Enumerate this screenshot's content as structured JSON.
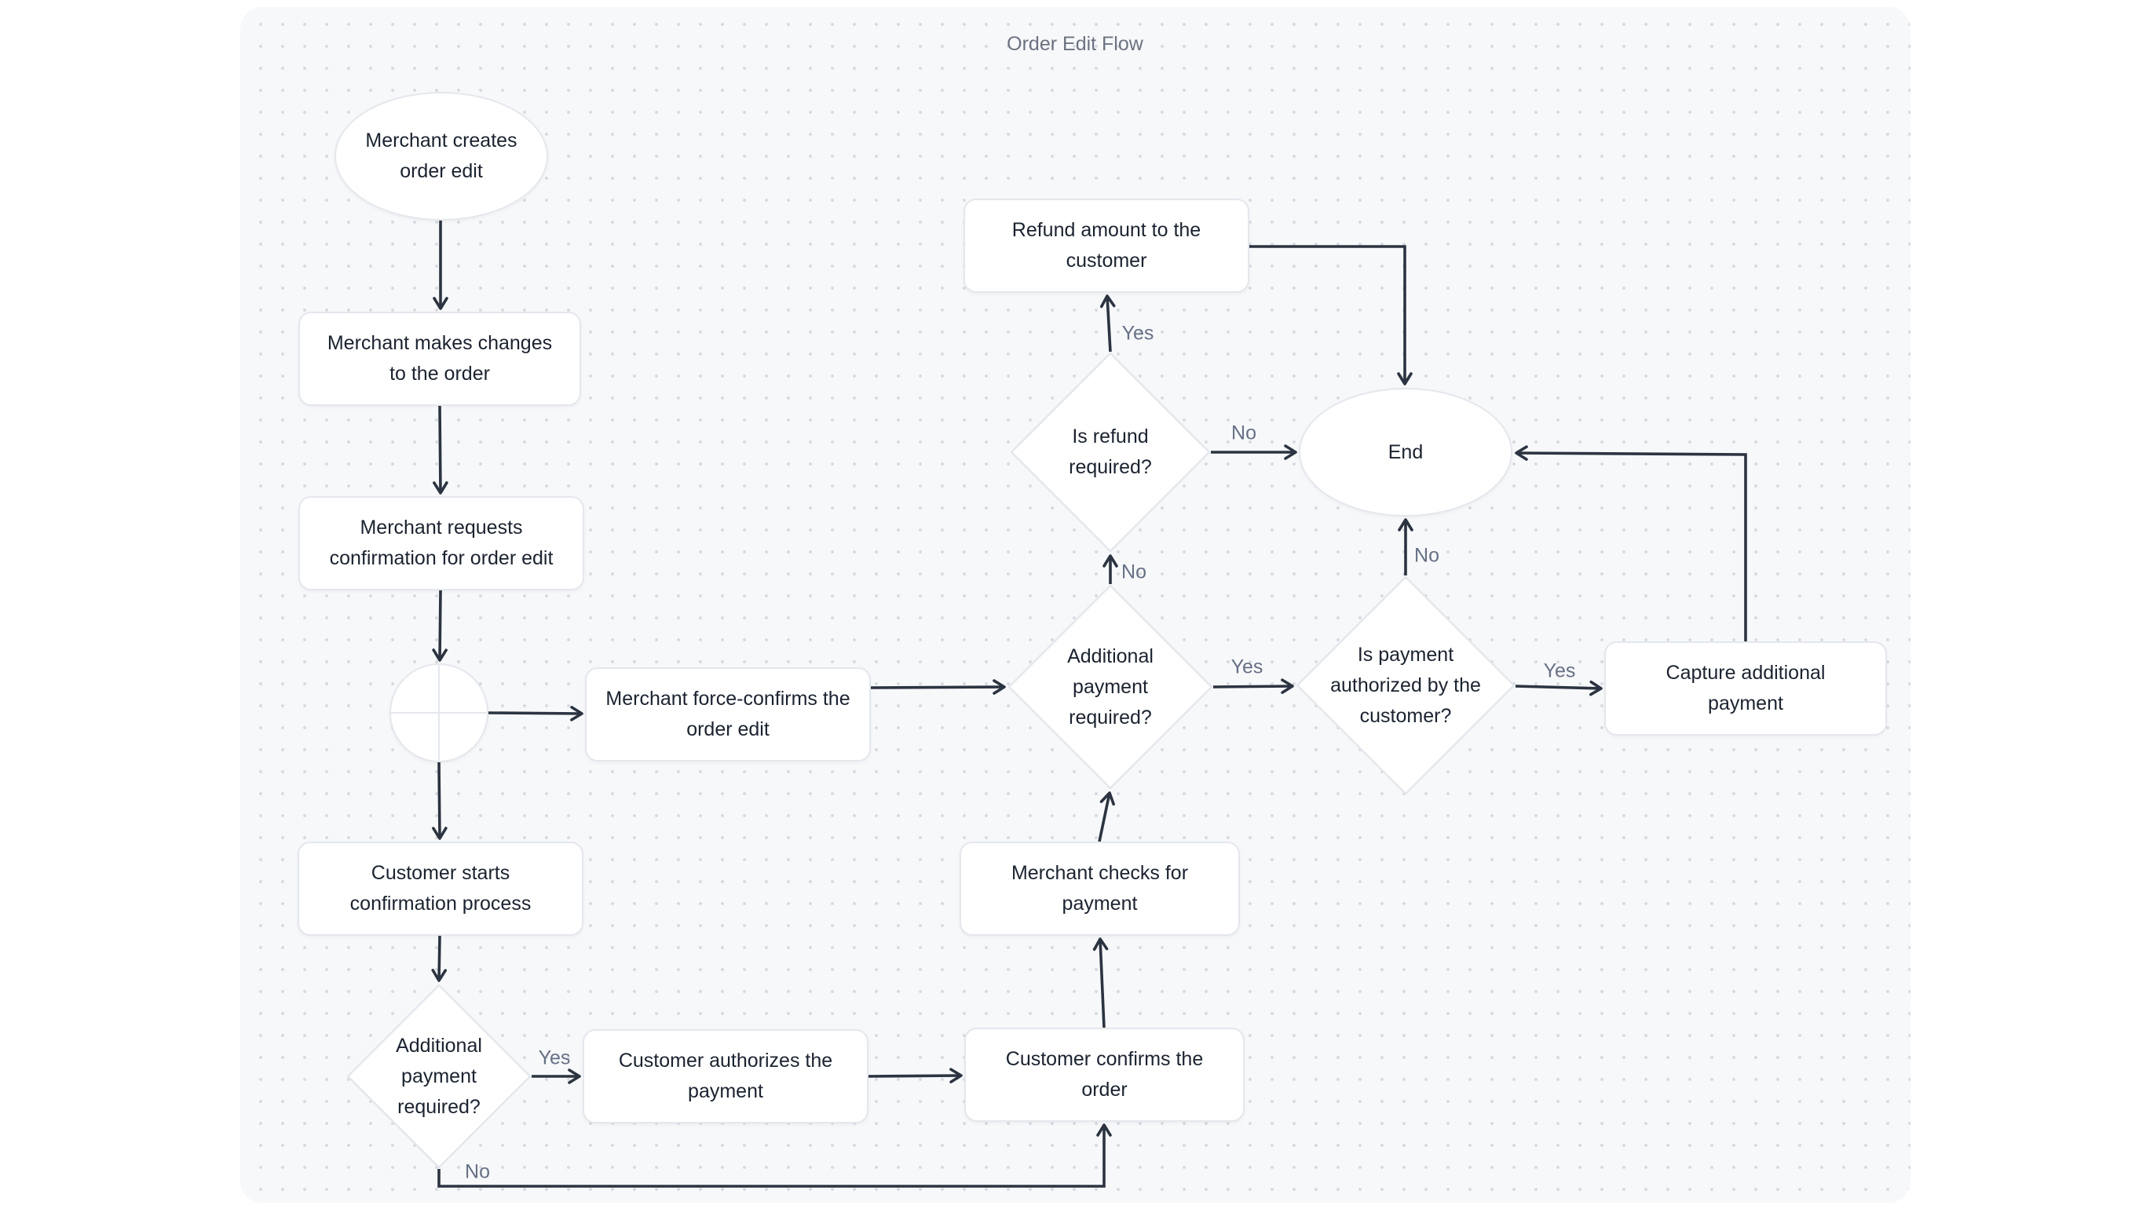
{
  "title": "Order Edit Flow",
  "colors": {
    "canvas_bg": "#f7f8fa",
    "dot_grid": "#d6d9df",
    "node_fill": "#ffffff",
    "node_border": "#e4e7ec",
    "node_text": "#1b2330",
    "edge_stroke": "#2b3440",
    "edge_label_text": "#667085",
    "title_text": "#6b7280"
  },
  "nodes": {
    "start": {
      "shape": "ellipse",
      "label": "Merchant creates order edit"
    },
    "make_changes": {
      "shape": "rect",
      "label": "Merchant makes changes to the order"
    },
    "request_confirmation": {
      "shape": "rect",
      "label": "Merchant requests confirmation for order edit"
    },
    "branch_junction": {
      "shape": "junction",
      "label": ""
    },
    "force_confirm": {
      "shape": "rect",
      "label": "Merchant force-confirms the order edit"
    },
    "start_confirmation": {
      "shape": "rect",
      "label": "Customer starts confirmation process"
    },
    "additional_payment_customer": {
      "shape": "diamond",
      "label": "Additional payment required?"
    },
    "authorize_payment": {
      "shape": "rect",
      "label": "Customer authorizes the payment"
    },
    "confirm_order": {
      "shape": "rect",
      "label": "Customer confirms the order"
    },
    "check_payment": {
      "shape": "rect",
      "label": "Merchant checks for payment"
    },
    "additional_payment_merchant": {
      "shape": "diamond",
      "label": "Additional payment required?"
    },
    "refund_required": {
      "shape": "diamond",
      "label": "Is refund required?"
    },
    "refund_amount": {
      "shape": "rect",
      "label": "Refund amount to the customer"
    },
    "end": {
      "shape": "ellipse",
      "label": "End"
    },
    "payment_authorized": {
      "shape": "diamond",
      "label": "Is payment authorized by the customer?"
    },
    "capture_payment": {
      "shape": "rect",
      "label": "Capture additional payment"
    }
  },
  "edges": [
    {
      "from": "start",
      "to": "make_changes",
      "label": ""
    },
    {
      "from": "make_changes",
      "to": "request_confirmation",
      "label": ""
    },
    {
      "from": "request_confirmation",
      "to": "branch_junction",
      "label": ""
    },
    {
      "from": "branch_junction",
      "to": "force_confirm",
      "label": ""
    },
    {
      "from": "branch_junction",
      "to": "start_confirmation",
      "label": ""
    },
    {
      "from": "start_confirmation",
      "to": "additional_payment_customer",
      "label": ""
    },
    {
      "from": "additional_payment_customer",
      "to": "authorize_payment",
      "label": "Yes"
    },
    {
      "from": "additional_payment_customer",
      "to": "confirm_order",
      "label": "No"
    },
    {
      "from": "authorize_payment",
      "to": "confirm_order",
      "label": ""
    },
    {
      "from": "confirm_order",
      "to": "check_payment",
      "label": ""
    },
    {
      "from": "check_payment",
      "to": "additional_payment_merchant",
      "label": ""
    },
    {
      "from": "force_confirm",
      "to": "additional_payment_merchant",
      "label": ""
    },
    {
      "from": "additional_payment_merchant",
      "to": "refund_required",
      "label": "No"
    },
    {
      "from": "additional_payment_merchant",
      "to": "payment_authorized",
      "label": "Yes"
    },
    {
      "from": "refund_required",
      "to": "refund_amount",
      "label": "Yes"
    },
    {
      "from": "refund_required",
      "to": "end",
      "label": "No"
    },
    {
      "from": "refund_amount",
      "to": "end",
      "label": ""
    },
    {
      "from": "payment_authorized",
      "to": "end",
      "label": "No"
    },
    {
      "from": "payment_authorized",
      "to": "capture_payment",
      "label": "Yes"
    },
    {
      "from": "capture_payment",
      "to": "end",
      "label": ""
    }
  ]
}
